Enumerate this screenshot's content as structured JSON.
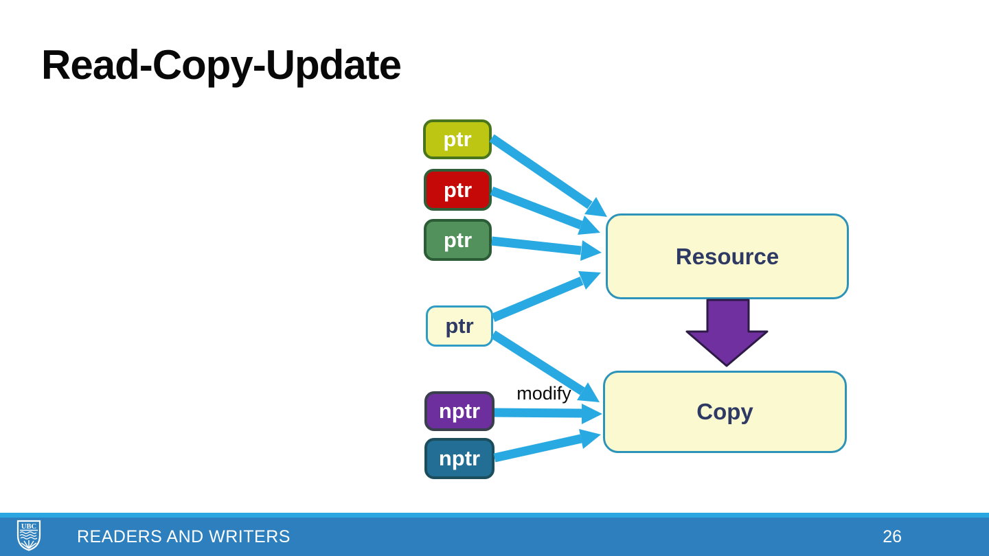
{
  "slide": {
    "title": "Read-Copy-Update",
    "footer_text": "READERS AND WRITERS",
    "page_number": "26",
    "logo_text": "UBC"
  },
  "diagram": {
    "pointer_boxes": [
      {
        "id": "ptr-yellow",
        "label": "ptr",
        "fill": "#bdc613",
        "border": "#49761c",
        "text_color": "#ffffff"
      },
      {
        "id": "ptr-red",
        "label": "ptr",
        "fill": "#c50808",
        "border": "#2e5f38",
        "text_color": "#ffffff"
      },
      {
        "id": "ptr-green",
        "label": "ptr",
        "fill": "#52915c",
        "border": "#2c5c35",
        "text_color": "#ffffff"
      },
      {
        "id": "ptr-pale",
        "label": "ptr",
        "fill": "#fbfad2",
        "border": "#2e9cc4",
        "text_color": "#2e3a64"
      },
      {
        "id": "nptr-purple",
        "label": "nptr",
        "fill": "#6c2f9d",
        "border": "#3a3f4d",
        "text_color": "#ffffff"
      },
      {
        "id": "nptr-teal",
        "label": "nptr",
        "fill": "#226e95",
        "border": "#1c4d5c",
        "text_color": "#ffffff"
      }
    ],
    "target_boxes": [
      {
        "id": "resource",
        "label": "Resource"
      },
      {
        "id": "copy",
        "label": "Copy"
      }
    ],
    "edge_label": "modify",
    "edges": [
      {
        "from": "ptr-yellow",
        "to": "resource"
      },
      {
        "from": "ptr-red",
        "to": "resource"
      },
      {
        "from": "ptr-green",
        "to": "resource"
      },
      {
        "from": "ptr-pale",
        "to": "resource"
      },
      {
        "from": "ptr-pale",
        "to": "copy"
      },
      {
        "from": "nptr-purple",
        "to": "copy",
        "label": "modify"
      },
      {
        "from": "nptr-teal",
        "to": "copy"
      },
      {
        "from": "resource",
        "to": "copy",
        "type": "update"
      }
    ],
    "colors": {
      "arrow_blue": "#29a9e1",
      "update_arrow_fill": "#7030a0",
      "update_arrow_stroke": "#2e1a47",
      "target_fill": "#fbf9cf",
      "target_border": "#2e93b8",
      "target_text": "#2e3a64"
    }
  },
  "footer": {
    "bar_color": "#2d7fbd",
    "strip_color": "#2aa6e0"
  }
}
